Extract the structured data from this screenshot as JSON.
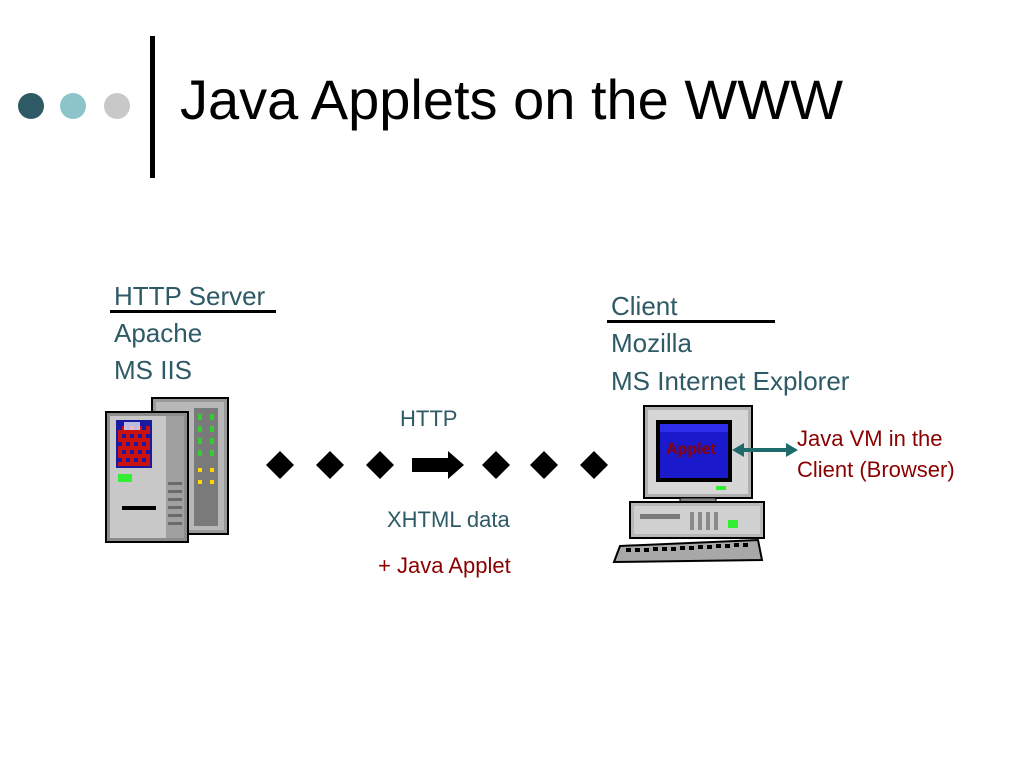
{
  "slide": {
    "title": "Java Applets on the WWW",
    "bullet_colors": [
      "#2e5a66",
      "#8cc5c9",
      "#c8c8c8"
    ]
  },
  "server": {
    "heading": "HTTP Server",
    "items": [
      "Apache",
      "MS IIS"
    ]
  },
  "client": {
    "heading": "Client",
    "items": [
      "Mozilla",
      "MS Internet Explorer"
    ],
    "screen_label": "Applet"
  },
  "connection": {
    "protocol": "HTTP",
    "payload": "XHTML data",
    "extra": "+ Java Applet"
  },
  "annotation": {
    "line1": "Java VM in the",
    "line2": "Client (Browser)"
  },
  "colors": {
    "text_teal": "#2e5a66",
    "text_red": "#8b0000",
    "arrow": "#1f6b6b"
  }
}
